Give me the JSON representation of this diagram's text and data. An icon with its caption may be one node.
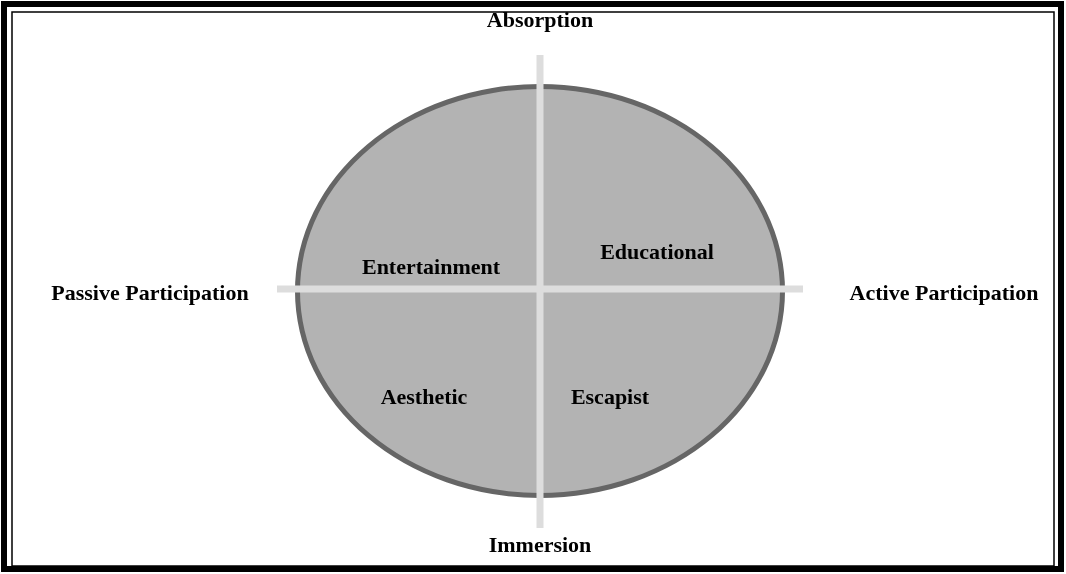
{
  "diagram": {
    "nodes": [
      {
        "text": [
          "Entertainment",
          "Educational",
          "Aesthetic",
          "Escapist"
        ]
      }
    ],
    "labels": [
      "Absorption",
      "Passive Participation",
      "Active Participation",
      "Immersion"
    ]
  }
}
